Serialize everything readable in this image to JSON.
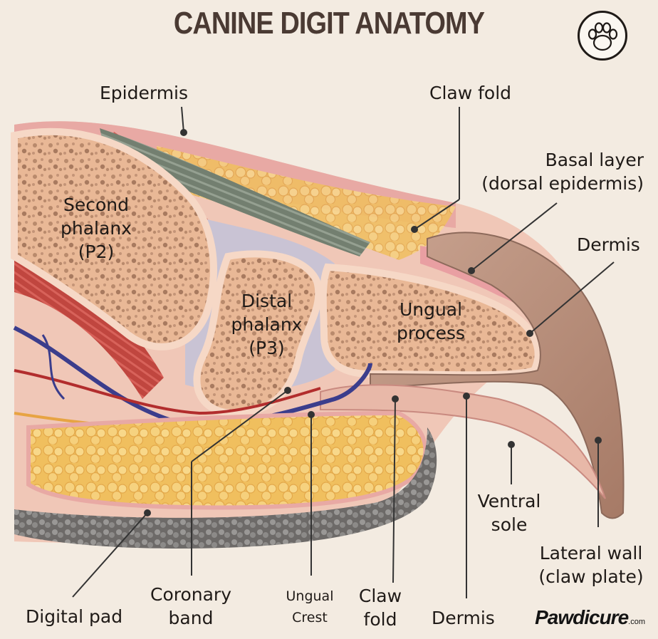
{
  "title": "CANINE DIGIT ANATOMY",
  "bones": {
    "second_phalanx": [
      "Second",
      "phalanx",
      "(P2)"
    ],
    "distal_phalanx": [
      "Distal",
      "phalanx",
      "(P3)"
    ],
    "ungual_process": [
      "Ungual",
      "process"
    ]
  },
  "labels": {
    "epidermis": "Epidermis",
    "claw_fold_top": "Claw fold",
    "basal_layer": [
      "Basal layer",
      "(dorsal epidermis)"
    ],
    "dermis_right": "Dermis",
    "ventral_sole": [
      "Ventral",
      "sole"
    ],
    "lateral_wall": [
      "Lateral wall",
      "(claw plate)"
    ],
    "digital_pad": "Digital pad",
    "coronary_band": [
      "Coronary",
      "band"
    ],
    "ungual_crest": [
      "Ungual",
      "Crest"
    ],
    "claw_fold_bottom": [
      "Claw",
      "fold"
    ],
    "dermis_bottom": "Dermis"
  },
  "logo": {
    "brand": "Pawdicure",
    "suffix": ".com"
  },
  "icons": {
    "badge": "paw-icon"
  },
  "colors": {
    "background": "#f3ebe1",
    "bone": "#f2c9b0",
    "fat": "#f2c46a",
    "muscle": "#c0463f",
    "tendon": "#7d8a7a",
    "claw": "#b98f7c",
    "pad": "#7a7775",
    "vein": "#3b3d8c",
    "artery": "#b22d2d"
  }
}
